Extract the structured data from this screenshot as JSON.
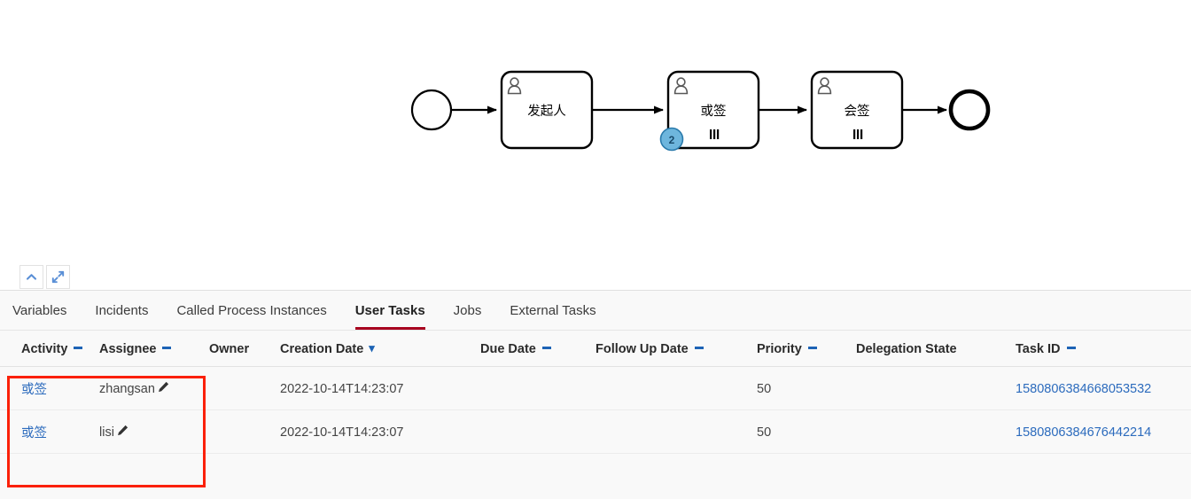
{
  "diagram": {
    "type": "bpmn",
    "start_event": {
      "name": "start-event",
      "label": ""
    },
    "end_event": {
      "name": "end-event",
      "label": ""
    },
    "tasks": [
      {
        "label": "发起人",
        "icon": "user-task-icon",
        "marker": "",
        "badge": null
      },
      {
        "label": "或签",
        "icon": "user-task-icon",
        "marker": "parallel-multi-instance",
        "badge": "2"
      },
      {
        "label": "会签",
        "icon": "user-task-icon",
        "marker": "parallel-multi-instance",
        "badge": null
      }
    ],
    "badge_color": "#6eb6dd",
    "badge_border_color": "#2a7aab"
  },
  "view_controls": [
    {
      "name": "collapse-panel-button",
      "icon": "chevron-up-icon",
      "color": "#5a8fd6"
    },
    {
      "name": "fullscreen-button",
      "icon": "expand-diagonal-icon",
      "color": "#5a8fd6"
    }
  ],
  "tabs": [
    {
      "label": "Variables",
      "active": false
    },
    {
      "label": "Incidents",
      "active": false
    },
    {
      "label": "Called Process Instances",
      "active": false
    },
    {
      "label": "User Tasks",
      "active": true
    },
    {
      "label": "Jobs",
      "active": false
    },
    {
      "label": "External Tasks",
      "active": false
    }
  ],
  "active_tab_color": "#a8011f",
  "table": {
    "columns": [
      {
        "label": "Activity",
        "sort": "unsorted"
      },
      {
        "label": "Assignee",
        "sort": "unsorted"
      },
      {
        "label": "Owner",
        "sort": "none"
      },
      {
        "label": "Creation Date",
        "sort": "desc"
      },
      {
        "label": "Due Date",
        "sort": "unsorted"
      },
      {
        "label": "Follow Up Date",
        "sort": "unsorted"
      },
      {
        "label": "Priority",
        "sort": "unsorted"
      },
      {
        "label": "Delegation State",
        "sort": "none"
      },
      {
        "label": "Task ID",
        "sort": "unsorted"
      }
    ],
    "rows": [
      {
        "activity": "或签",
        "assignee": "zhangsan",
        "owner": "",
        "creation_date": "2022-10-14T14:23:07",
        "due_date": "",
        "follow_up_date": "",
        "priority": "50",
        "delegation_state": "",
        "task_id": "1580806384668053532"
      },
      {
        "activity": "或签",
        "assignee": "lisi",
        "owner": "",
        "creation_date": "2022-10-14T14:23:07",
        "due_date": "",
        "follow_up_date": "",
        "priority": "50",
        "delegation_state": "",
        "task_id": "1580806384676442214"
      }
    ]
  },
  "annotation": {
    "name": "red-highlight-box",
    "color": "#fb2008"
  }
}
